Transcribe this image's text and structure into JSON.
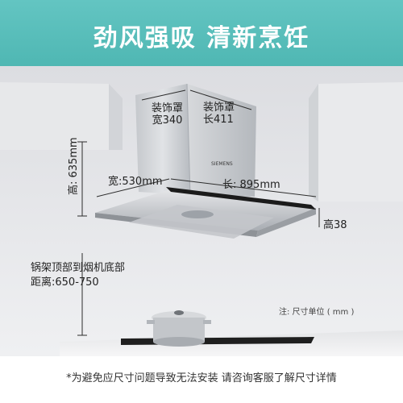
{
  "header": {
    "title": "劲风强吸 清新烹饪"
  },
  "product": {
    "cover_width_label": "装饰罩\n宽340",
    "cover_length_label": "装饰罩\n长411",
    "height_label": "高: 635mm",
    "depth_label": "宽:530mm",
    "length_label": "长: 895mm",
    "thickness_label": "高38",
    "brand_text": "SIEMENS",
    "pan_to_hood_label_1": "锅架顶部到烟机底部",
    "pan_to_hood_label_2": "距离:650-750",
    "unit_note": "注: 尺寸单位 ( mm )"
  },
  "footer": {
    "note": "*为避免应尺寸问题导致无法安装 请咨询客服了解尺寸详情"
  },
  "colors": {
    "accent": "#55bdb9",
    "steel": "#c8ccd0",
    "glass": "#1b1b1b"
  }
}
